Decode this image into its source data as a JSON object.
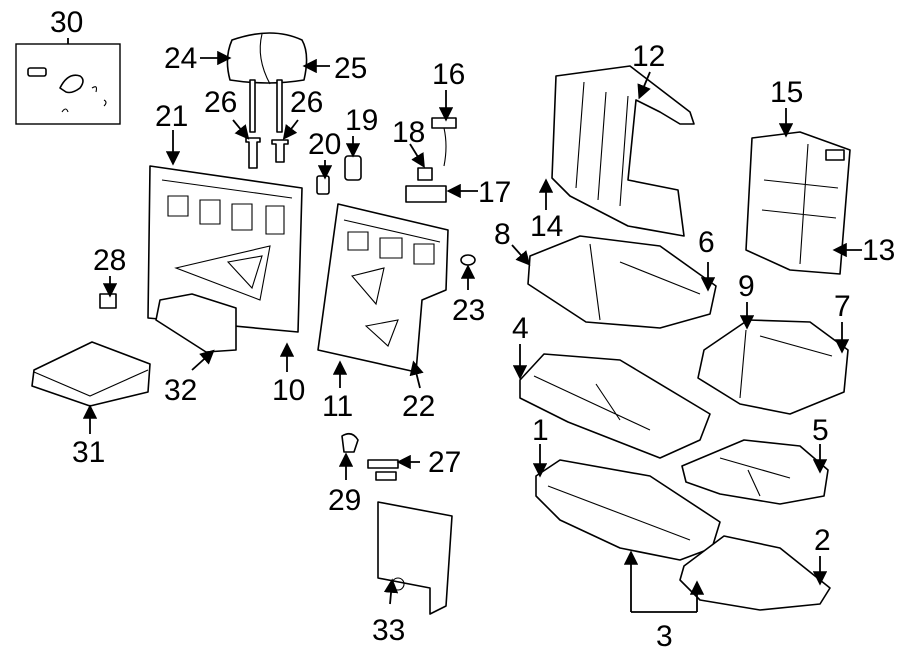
{
  "callouts": {
    "c1": "1",
    "c2": "2",
    "c3": "3",
    "c4": "4",
    "c5": "5",
    "c6": "6",
    "c7": "7",
    "c8": "8",
    "c9": "9",
    "c10": "10",
    "c11": "11",
    "c12": "12",
    "c13": "13",
    "c14": "14",
    "c15": "15",
    "c16": "16",
    "c17": "17",
    "c18": "18",
    "c19": "19",
    "c20": "20",
    "c21": "21",
    "c22": "22",
    "c23": "23",
    "c24": "24",
    "c25": "25",
    "c26a": "26",
    "c26b": "26",
    "c27": "27",
    "c28": "28",
    "c29": "29",
    "c30": "30",
    "c31": "31",
    "c32": "32",
    "c33": "33"
  },
  "colors": {
    "line": "#000000",
    "background": "#ffffff",
    "shade": "#e6e6e6"
  }
}
